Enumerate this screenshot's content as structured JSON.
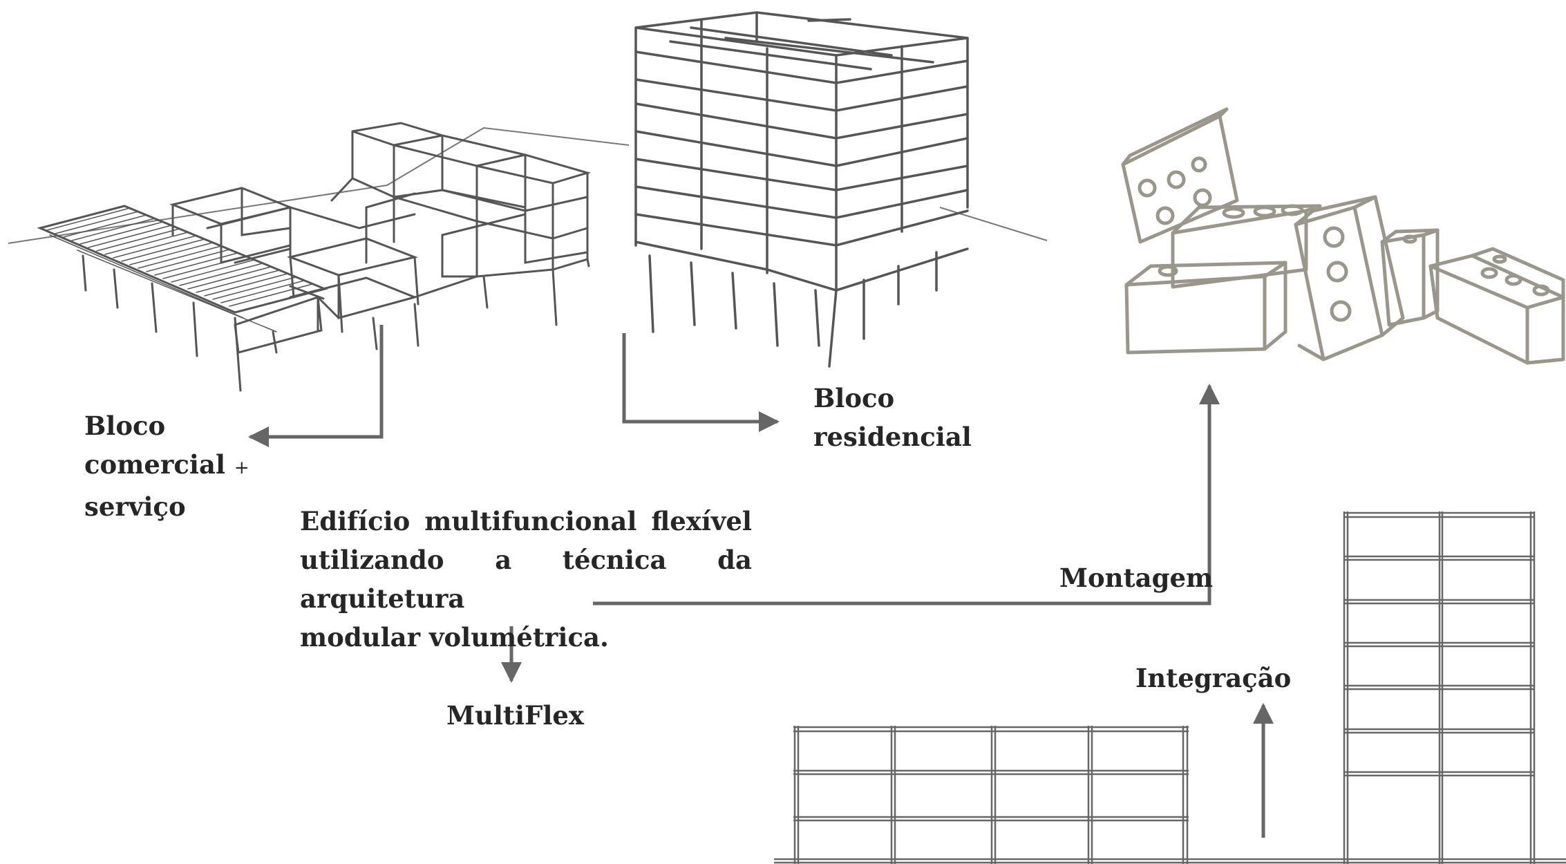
{
  "labels": {
    "commercial_line1": "Bloco",
    "commercial_line2": "comercial",
    "commercial_plus": "+",
    "commercial_line3": "serviço",
    "residential_line1": "Bloco",
    "residential_line2": "residencial",
    "description_line1": "Edifício multifuncional flexível",
    "description_line2": "utilizando a técnica da arquitetura",
    "description_line3": "modular volumétrica.",
    "multiflex": "MultiFlex",
    "montagem": "Montagem",
    "integracao": "Integração"
  },
  "colors": {
    "sketch": "#555555",
    "arrow": "#666666",
    "lego": "#9a968c",
    "text": "#262626"
  }
}
